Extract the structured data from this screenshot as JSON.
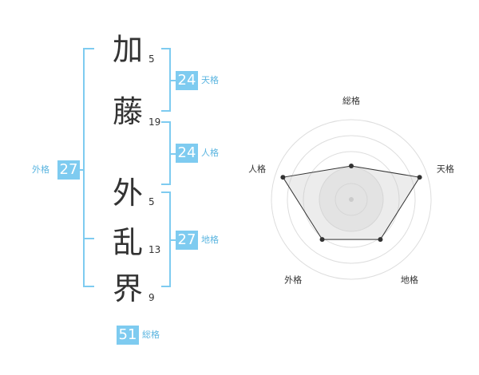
{
  "name": {
    "chars": [
      {
        "char": "加",
        "strokes": "5"
      },
      {
        "char": "藤",
        "strokes": "19"
      },
      {
        "char": "外",
        "strokes": "5"
      },
      {
        "char": "乱",
        "strokes": "13"
      },
      {
        "char": "界",
        "strokes": "9"
      }
    ]
  },
  "kakusu": {
    "tenkaku": {
      "value": "24",
      "label": "天格"
    },
    "jinkaku": {
      "value": "24",
      "label": "人格"
    },
    "chikaku": {
      "value": "27",
      "label": "地格"
    },
    "gaikaku": {
      "value": "27",
      "label": "外格"
    },
    "soukaku": {
      "value": "51",
      "label": "総格"
    }
  },
  "colors": {
    "accent": "#7ecbf0",
    "label": "#5bb5e0",
    "text": "#333333"
  },
  "chart_data": {
    "type": "radar",
    "axes": [
      "総格",
      "天格",
      "地格",
      "外格",
      "人格"
    ],
    "values": [
      0.42,
      0.9,
      0.62,
      0.62,
      0.9
    ],
    "max": 1
  }
}
